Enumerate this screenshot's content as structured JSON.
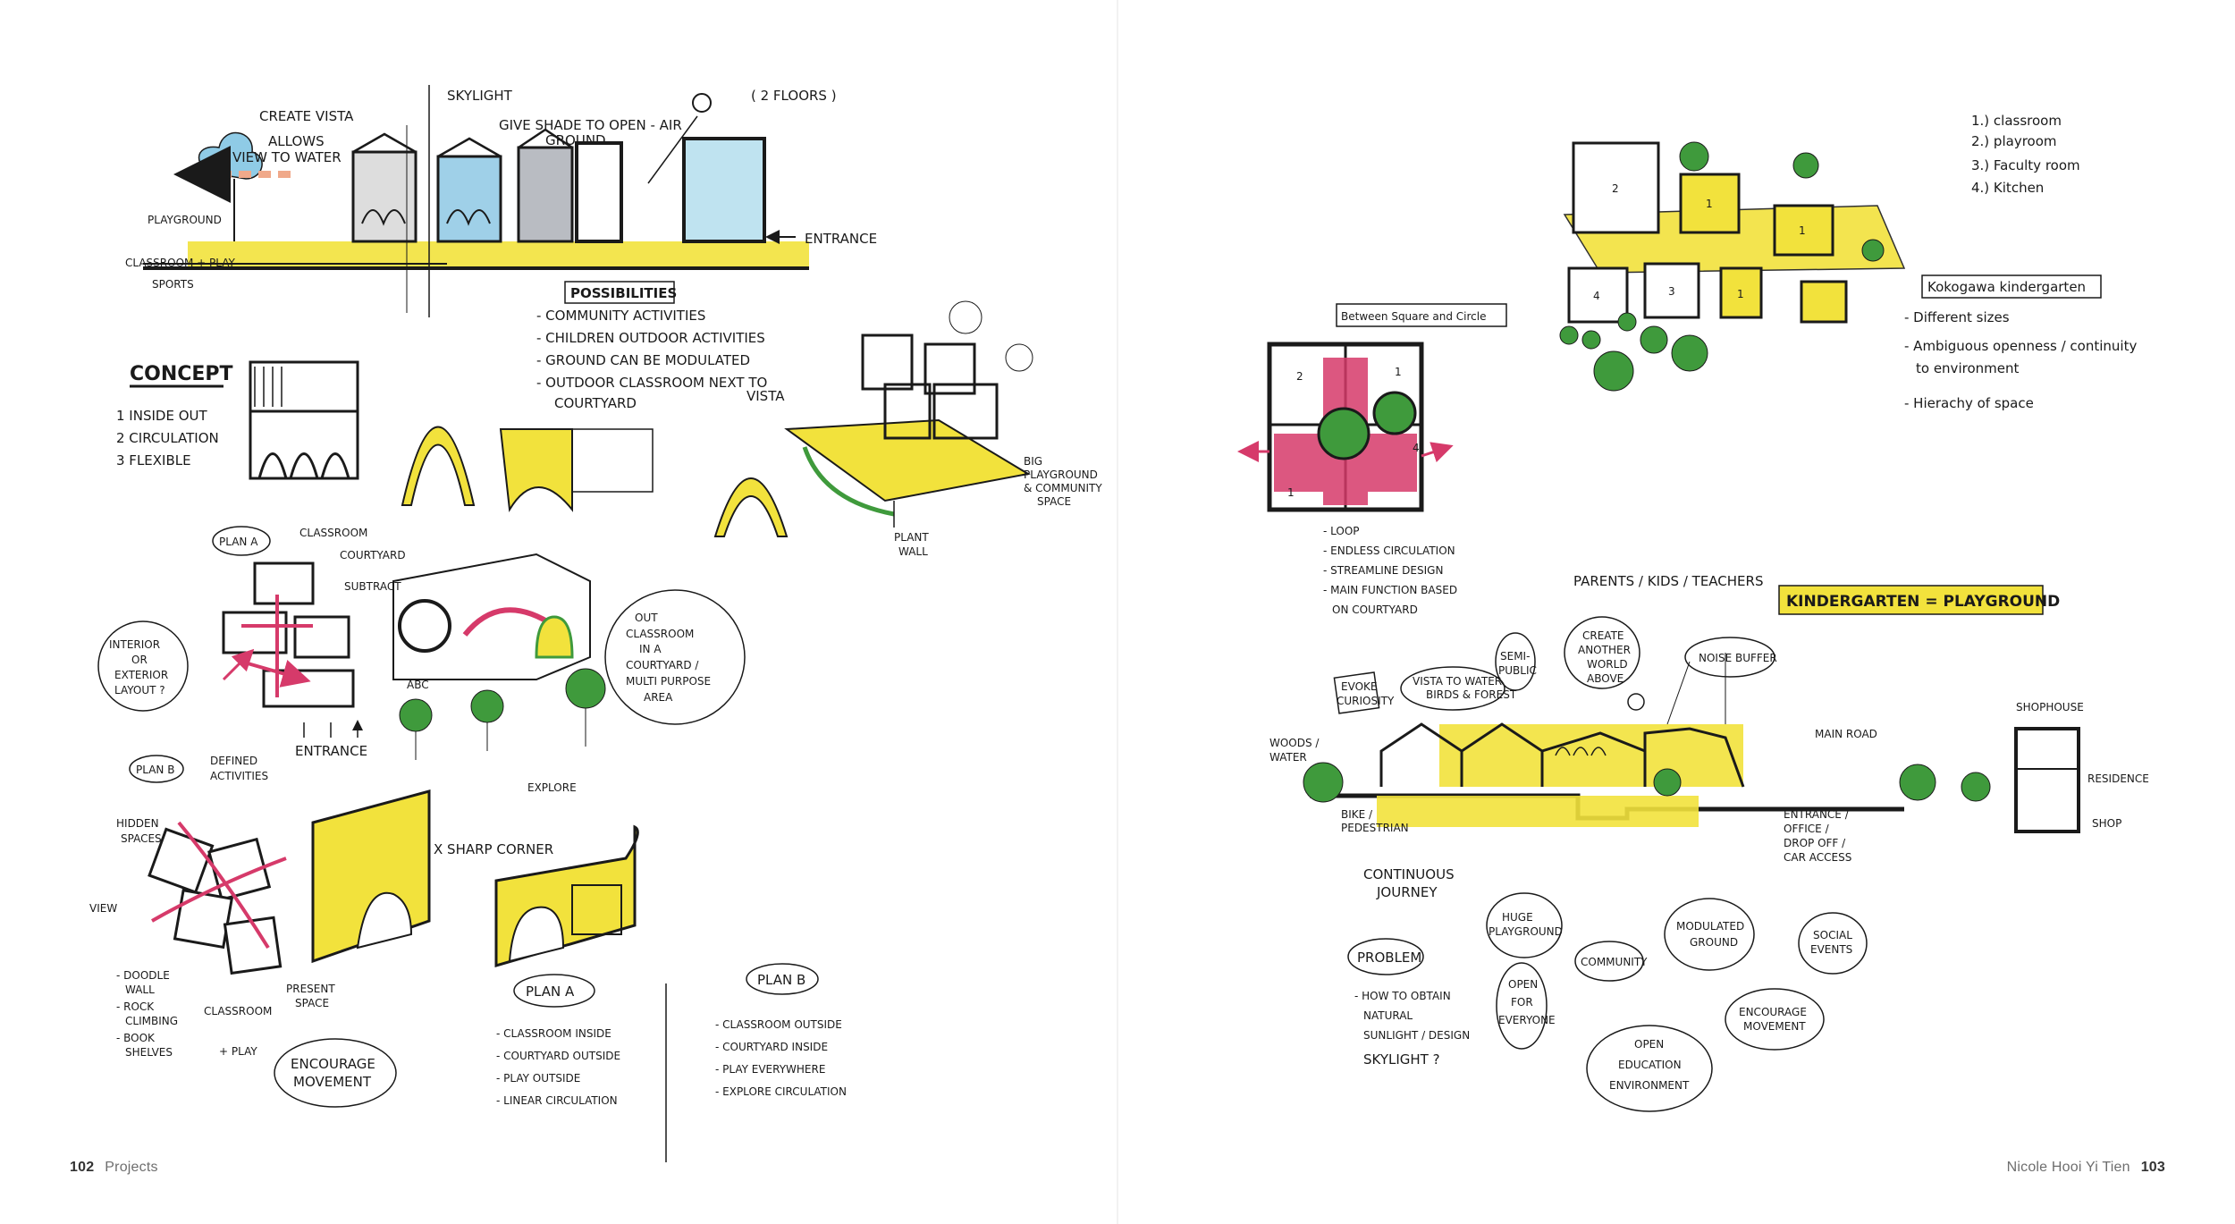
{
  "footer": {
    "left_page_number": "102",
    "left_section": "Projects",
    "right_author": "Nicole Hooi Yi Tien",
    "right_page_number": "103"
  },
  "left_page": {
    "section_top": {
      "create_vista": "CREATE VISTA",
      "allows_view": "ALLOWS",
      "allows_view_2": "VIEW TO WATER",
      "skylight": "SKYLIGHT",
      "give_shade": "GIVE SHADE TO OPEN - AIR",
      "give_shade_2": "GROUND",
      "two_floors": "( 2 FLOORS )",
      "playground": "PLAYGROUND",
      "classroom_play": "CLASSROOM + PLAY",
      "sports": "SPORTS",
      "entrance": "ENTRANCE"
    },
    "possibilities": {
      "title": "POSSIBILITIES",
      "items": [
        "- COMMUNITY ACTIVITIES",
        "- CHILDREN OUTDOOR ACTIVITIES",
        "- GROUND CAN BE MODULATED",
        "- OUTDOOR CLASSROOM NEXT TO",
        "COURTYARD"
      ]
    },
    "concept": {
      "title": "CONCEPT",
      "items": [
        "1 INSIDE OUT",
        "2 CIRCULATION",
        "3 FLEXIBLE"
      ]
    },
    "axon_labels": {
      "vista": "VISTA",
      "big_playground": "BIG",
      "big_playground_2": "PLAYGROUND",
      "big_playground_3": "& COMMUNITY",
      "big_playground_4": "SPACE",
      "plant_wall": "PLANT",
      "plant_wall_2": "WALL"
    },
    "plan_a_sketch": {
      "title": "PLAN A",
      "classroom": "CLASSROOM",
      "courtyard": "COURTYARD",
      "subtract": "SUBTRACT",
      "interior": "INTERIOR",
      "interior_2": "OR",
      "interior_3": "EXTERIOR",
      "interior_4": "LAYOUT ?",
      "entrance": "ENTRANCE",
      "abc": "ABC",
      "explore": "EXPLORE",
      "bubble_1": "OUT",
      "bubble_2": "CLASSROOM",
      "bubble_3": "IN A",
      "bubble_4": "COURTYARD /",
      "bubble_5": "MULTI PURPOSE",
      "bubble_6": "AREA"
    },
    "plan_b_sketch": {
      "title": "PLAN B",
      "defined": "DEFINED",
      "activities": "ACTIVITIES",
      "hidden": "HIDDEN",
      "spaces": "SPACES",
      "view": "VIEW",
      "labels": [
        "- DOODLE",
        "WALL",
        "- ROCK",
        "CLIMBING",
        "- BOOK",
        "SHELVES"
      ],
      "classroom_play": "CLASSROOM",
      "classroom_play_2": "+ PLAY",
      "presentation": "PRESENT",
      "presentation_2": "SPACE",
      "sharp_corner": "X SHARP CORNER",
      "encourage": "ENCOURAGE",
      "encourage_2": "MOVEMENT"
    },
    "plan_a_notes": {
      "title": "PLAN A",
      "items": [
        "- CLASSROOM INSIDE",
        "- COURTYARD OUTSIDE",
        "- PLAY OUTSIDE",
        "- LINEAR CIRCULATION"
      ]
    },
    "plan_b_notes": {
      "title": "PLAN B",
      "items": [
        "- CLASSROOM OUTSIDE",
        "- COURTYARD INSIDE",
        "- PLAY EVERYWHERE",
        "- EXPLORE CIRCULATION"
      ]
    }
  },
  "right_page": {
    "legend": [
      "1.) classroom",
      "2.) playroom",
      "3.) Faculty room",
      "4.) Kitchen"
    ],
    "kokogawa": {
      "title": "Kokogawa kindergarten",
      "items": [
        "- Different sizes",
        "- Ambiguous openness / continuity",
        "to environment",
        "- Hierachy of space"
      ]
    },
    "square_circle": {
      "title": "Between Square and Circle",
      "items": [
        "- LOOP",
        "- ENDLESS CIRCULATION",
        "- STREAMLINE DESIGN",
        "- MAIN FUNCTION BASED",
        "ON COURTYARD"
      ]
    },
    "section": {
      "users": "PARENTS / KIDS / TEACHERS",
      "headline": "KINDERGARTEN = PLAYGROUND",
      "evoke": "EVOKE",
      "evoke_2": "CURIOSITY",
      "vista": "VISTA TO WATER",
      "vista_2": "BIRDS & FOREST",
      "semi": "SEMI-",
      "semi_2": "PUBLIC",
      "create": "CREATE",
      "create_2": "ANOTHER",
      "create_3": "WORLD",
      "create_4": "ABOVE",
      "noise": "NOISE BUFFER",
      "main_road": "MAIN ROAD",
      "shophouse": "SHOPHOUSE",
      "residence": "RESIDENCE",
      "shop": "SHOP",
      "water": "WOODS /",
      "water_2": "WATER",
      "bike": "BIKE /",
      "bike_2": "PEDESTRIAN",
      "entrance": "ENTRANCE /",
      "entrance_2": "OFFICE /",
      "entrance_3": "DROP OFF /",
      "entrance_4": "CAR ACCESS"
    },
    "bubbles": {
      "continuous": "CONTINUOUS",
      "continuous_2": "JOURNEY",
      "problem": "PROBLEM",
      "problem_items": [
        "- HOW TO OBTAIN",
        "NATURAL",
        "SUNLIGHT / DESIGN",
        "SKYLIGHT ?"
      ],
      "huge": "HUGE",
      "huge_2": "PLAYGROUND",
      "open": "OPEN",
      "open_2": "FOR",
      "open_3": "EVERYONE",
      "community": "COMMUNITY",
      "modulated": "MODULATED",
      "modulated_2": "GROUND",
      "social": "SOCIAL",
      "social_2": "EVENTS",
      "encourage": "ENCOURAGE",
      "encourage_2": "MOVEMENT",
      "education": "OPEN",
      "education_2": "EDUCATION",
      "education_3": "ENVIRONMENT"
    }
  },
  "colors": {
    "ink": "#1a1a1a",
    "yellow": "#f2e23c",
    "green": "#3f9a3c",
    "magenta": "#d63a6a",
    "grey_wash": "#b9bcc2",
    "folio_grey": "#6e6e6e"
  }
}
